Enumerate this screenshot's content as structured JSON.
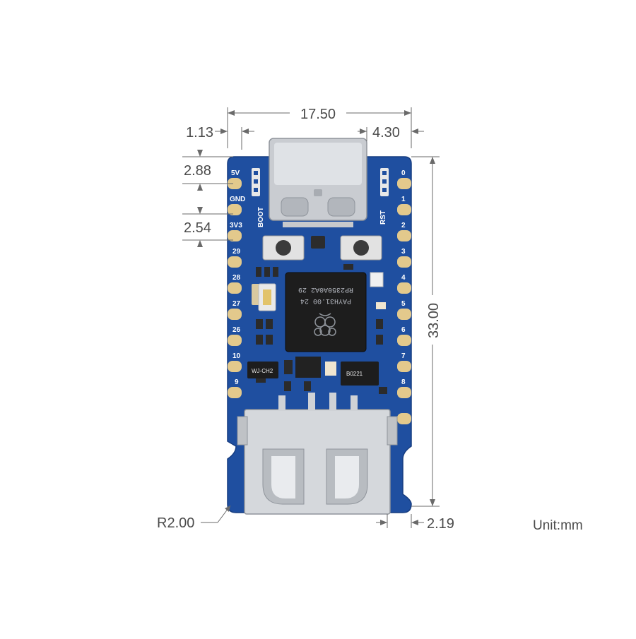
{
  "dimensions": {
    "width_total": "17.50",
    "left_offset": "1.13",
    "right_offset": "4.30",
    "top_pin_offset": "2.88",
    "pin_pitch": "2.54",
    "height_total": "33.00",
    "corner_radius": "R2.00",
    "bottom_offset": "2.19"
  },
  "unit_label": "Unit:mm",
  "board": {
    "pcb_color": "#1f4fa0",
    "left_pins": [
      "5V",
      "GND",
      "3V3",
      "29",
      "28",
      "27",
      "26",
      "10",
      "9"
    ],
    "right_pins": [
      "0",
      "1",
      "2",
      "3",
      "4",
      "5",
      "6",
      "7",
      "8"
    ],
    "button_labels": [
      "BOOT",
      "RST"
    ],
    "chip_lines": [
      "RP2350A0A2 29",
      "PAYH31.00 24"
    ],
    "small_chip_labels": [
      "WJ-CH2",
      "B0221"
    ]
  }
}
